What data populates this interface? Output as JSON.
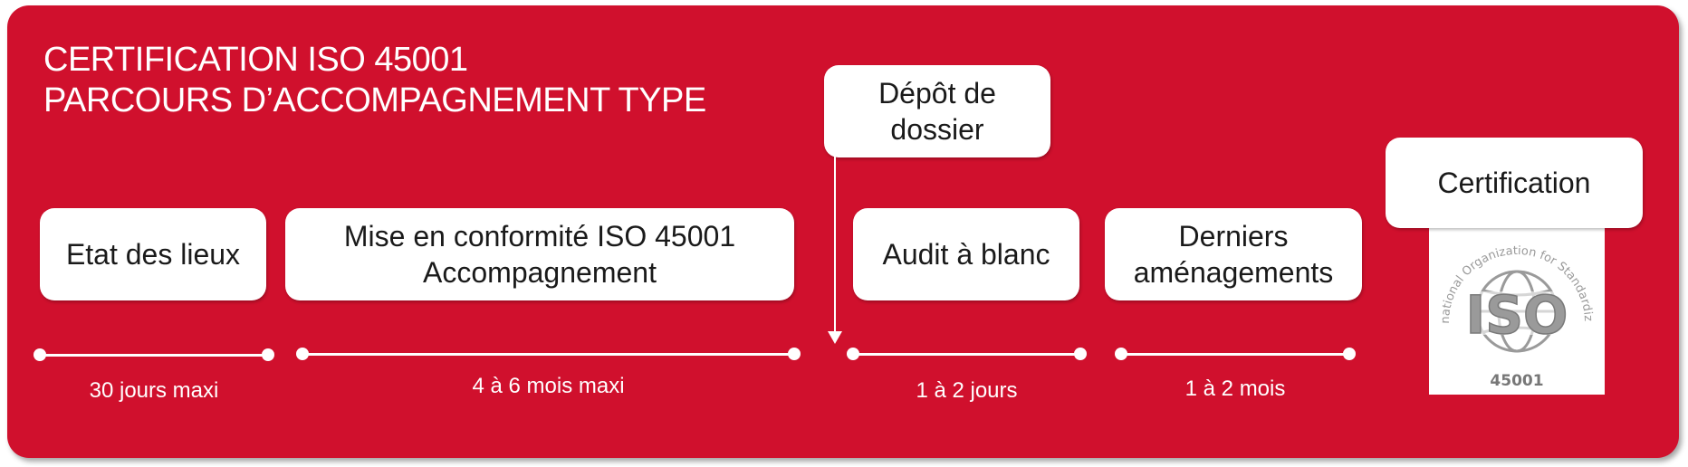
{
  "title": {
    "line1": "CERTIFICATION ISO 45001",
    "line2": "PARCOURS D’ACCOMPAGNEMENT TYPE"
  },
  "steps": [
    {
      "line1": "Etat des lieux",
      "line2": ""
    },
    {
      "line1": "Mise en conformité ISO 45001",
      "line2": "Accompagnement"
    },
    {
      "line1": "Audit à blanc",
      "line2": ""
    },
    {
      "line1": "Derniers",
      "line2": "aménagements"
    }
  ],
  "milestone": {
    "line1": "Dépôt de",
    "line2": "dossier"
  },
  "durations": [
    "30 jours maxi",
    "4 à 6 mois maxi",
    "1 à 2 jours",
    "1 à 2 mois"
  ],
  "certification": {
    "label": "Certification"
  },
  "iso_logo": {
    "icon": "iso-logo-icon",
    "ring_text": "International Organization for Standardization",
    "letters": "ISO",
    "number": "45001"
  },
  "colors": {
    "background": "#d0102d",
    "box": "#ffffff",
    "logo_gray": "#9a9a9a"
  }
}
